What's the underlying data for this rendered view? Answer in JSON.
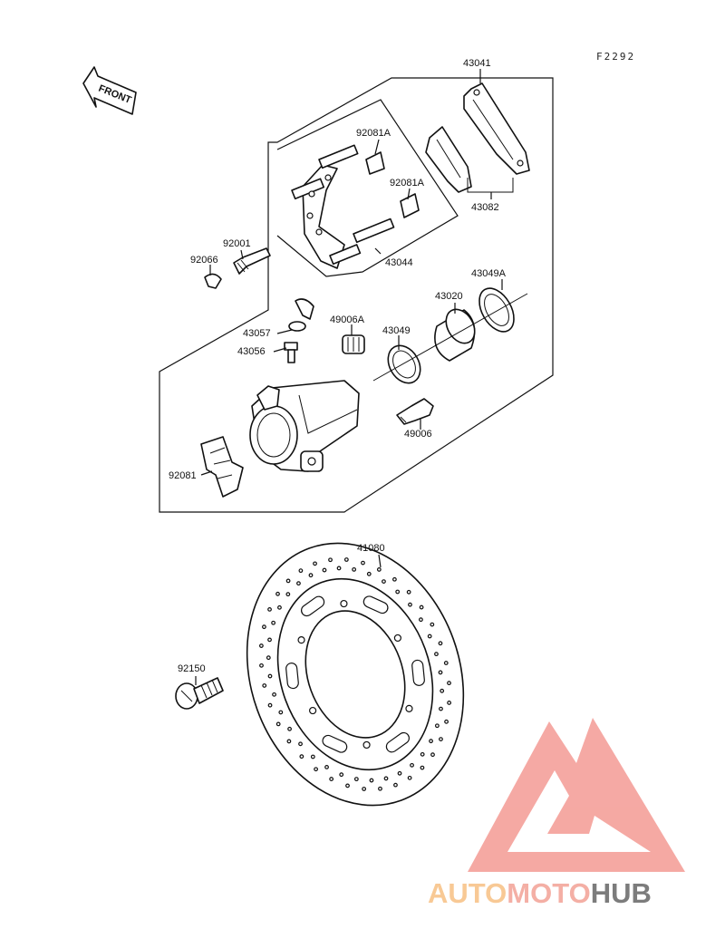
{
  "diagram_code": "F2292",
  "front_label": "FRONT",
  "parts": {
    "p43041": "43041",
    "p92081A_top": "92081A",
    "p92081A_mid": "92081A",
    "p43082": "43082",
    "p92001": "92001",
    "p92066": "92066",
    "p43044": "43044",
    "p43049A": "43049A",
    "p43020": "43020",
    "p49006A": "49006A",
    "p43049": "43049",
    "p43057": "43057",
    "p43056": "43056",
    "p49006": "49006",
    "p92081": "92081",
    "p41080": "41080",
    "p92150": "92150"
  },
  "watermark": {
    "part1": "AUTO",
    "part2": "MOTO",
    "part3": "HUB",
    "color1": "#f8c48a",
    "color2": "#f3a79c",
    "color3": "#6e6e6e",
    "triangle_color": "#f4a09a"
  }
}
